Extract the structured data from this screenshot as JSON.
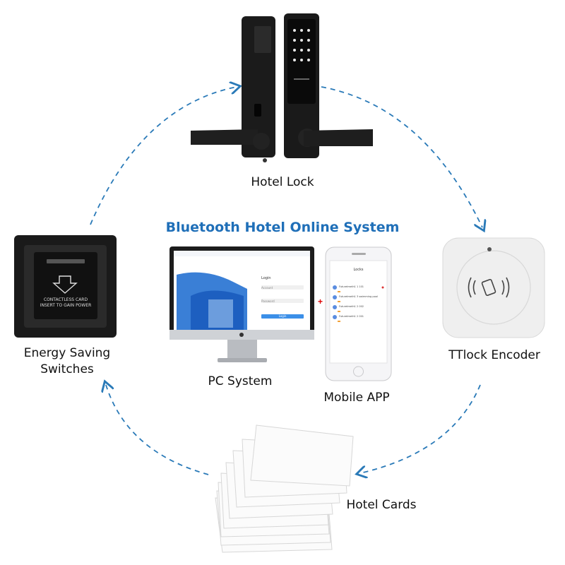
{
  "title": "Bluetooth Hotel Online System",
  "nodes": {
    "hotel_lock": "Hotel Lock",
    "ttlock_encoder": "TTlock Encoder",
    "hotel_cards": "Hotel Cards",
    "energy_switch_line1": "Energy Saving",
    "energy_switch_line2": "Switches",
    "pc_system": "PC System",
    "mobile_app": "Mobile APP"
  },
  "switch_panel": {
    "line1": "CONTACTLESS CARD",
    "line2": "INSERT TO GAIN POWER"
  },
  "pc_screen": {
    "login_title": "Login",
    "field1": "Account",
    "field2": "Password",
    "button": "Login"
  },
  "phone_screen": {
    "header": "Locks",
    "rows": [
      "Futuretmeth1 1 101",
      "Futuretmeth1 3 swimming pool",
      "Futuretmeth1 2 002",
      "Futuretmeth1 2 001"
    ]
  },
  "plus_sign": "+",
  "colors": {
    "title": "#1f6fb8",
    "arrow": "#2a7ab8"
  }
}
